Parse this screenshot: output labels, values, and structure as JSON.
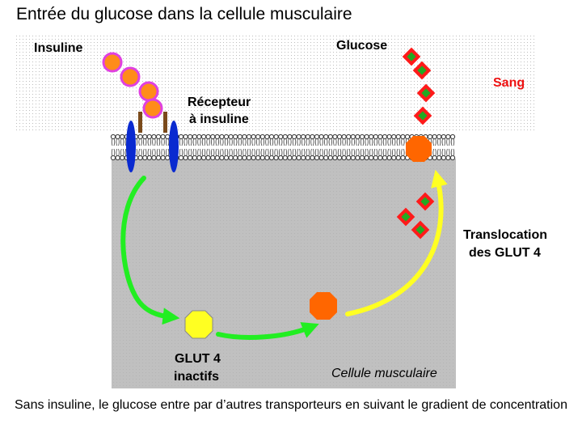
{
  "title": "Entrée du glucose dans la cellule musculaire",
  "labels": {
    "insuline": "Insuline",
    "glucose": "Glucose",
    "sang": "Sang",
    "recepteur_line1": "Récepteur",
    "recepteur_line2": "à insuline",
    "translocation_line1": "Translocation",
    "translocation_line2": "des GLUT 4",
    "glut4_line1": "GLUT 4",
    "glut4_line2": "inactifs",
    "cellule": "Cellule musculaire"
  },
  "caption": "Sans insuline, le glucose entre par d’autres transporteurs en suivant le gradient de concentration",
  "colors": {
    "blood_dots": "#bfbfbf",
    "cell_bg": "#c0c0c0",
    "insulin_fill": "#ff8c1a",
    "insulin_ring": "#e040e0",
    "glucose_outer": "#ff1a1a",
    "glucose_inner": "#22aa22",
    "receptor_blue": "#0a2ad0",
    "receptor_brown": "#7a4a1a",
    "glut_active": "#ff6600",
    "glut_inactive": "#ffff22",
    "arrow_green": "#22ee22",
    "arrow_yellow": "#ffff22",
    "sang_red": "#ee1111"
  }
}
